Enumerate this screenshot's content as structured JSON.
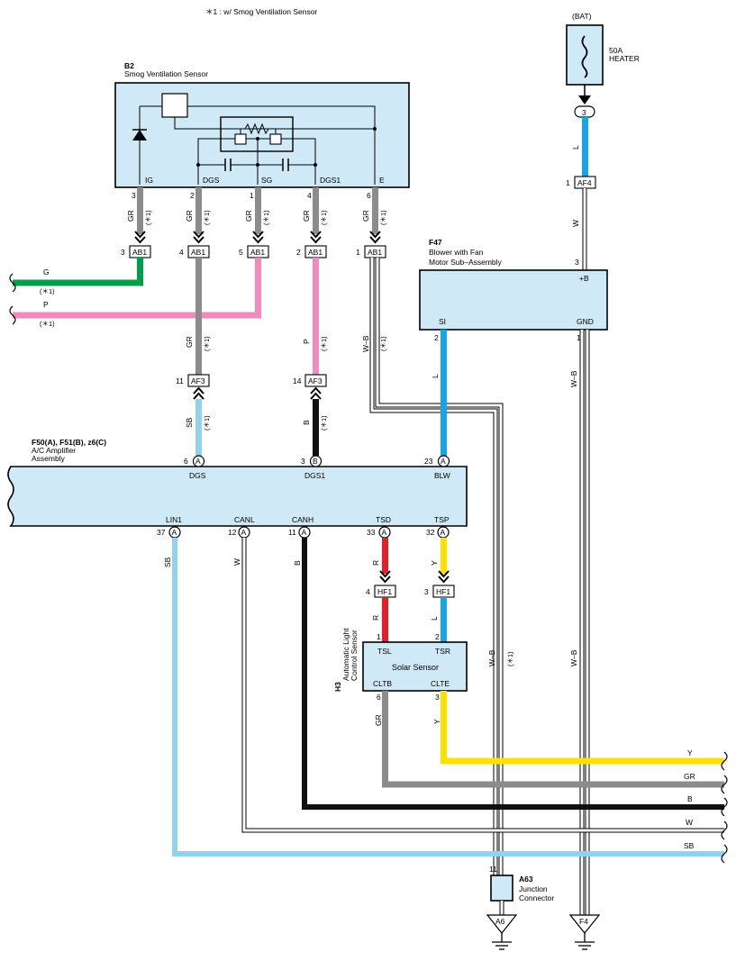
{
  "note": "＊1 : w/ Smog Ventilation Sensor",
  "bat": {
    "label": "(BAT)",
    "fuse_amp": "50A",
    "fuse_name": "HEATER",
    "pin": "3",
    "af4_pin": "1",
    "af4": "AF4",
    "wire": "L",
    "wire2": "W"
  },
  "b2": {
    "code": "B2",
    "name": "Smog Ventilation Sensor",
    "pins": [
      {
        "name": "IG",
        "num": "3",
        "wire": "GR",
        "note": "(＊1)",
        "ab1_pin": "3"
      },
      {
        "name": "DGS",
        "num": "2",
        "wire": "GR",
        "note": "(＊1)",
        "ab1_pin": "4"
      },
      {
        "name": "SG",
        "num": "1",
        "wire": "GR",
        "note": "(＊1)",
        "ab1_pin": "5"
      },
      {
        "name": "DGS1",
        "num": "4",
        "wire": "GR",
        "note": "(＊1)",
        "ab1_pin": "2"
      },
      {
        "name": "E",
        "num": "6",
        "wire": "GR",
        "note": "(＊1)",
        "ab1_pin": "1"
      }
    ]
  },
  "connectors": {
    "ab1": "AB1",
    "af3": "AF3",
    "hf1": "HF1"
  },
  "side_wires": [
    {
      "color_code": "G",
      "note": "(＊1)"
    },
    {
      "color_code": "P",
      "note": "(＊1)"
    }
  ],
  "mid_labels": {
    "dgs_gr": "GR",
    "dgs_note": "(＊1)",
    "dgs1_p": "P",
    "dgs1_note": "(＊1)",
    "e_wb": "W–B",
    "e_note": "(＊1)",
    "af3_dgs_pin": "11",
    "af3_dgs1_pin": "14",
    "sb": "SB",
    "sb_note": "(＊1)",
    "b": "B",
    "b_note": "(＊1)"
  },
  "f47": {
    "code": "F47",
    "name1": "Blower with Fan",
    "name2": "Motor Sub–Assembly",
    "plus_b": "+B",
    "plus_pin": "3",
    "si": "SI",
    "gnd": "GND",
    "si_pin": "2",
    "gnd_pin": "1",
    "si_wire": "L",
    "gnd_wire": "W–B"
  },
  "amp": {
    "codes": "F50(A), F51(B), z6(C)",
    "name1": "A/C Amplifier",
    "name2": "Assembly",
    "top_pins": [
      {
        "name": "DGS",
        "num": "6",
        "conn": "A"
      },
      {
        "name": "DGS1",
        "num": "3",
        "conn": "B"
      },
      {
        "name": "BLW",
        "num": "23",
        "conn": "A"
      }
    ],
    "bottom_pins": [
      {
        "name": "LIN1",
        "num": "37",
        "conn": "A",
        "wire": "SB"
      },
      {
        "name": "CANL",
        "num": "12",
        "conn": "A",
        "wire": "W"
      },
      {
        "name": "CANH",
        "num": "11",
        "conn": "A",
        "wire": "B"
      },
      {
        "name": "TSD",
        "num": "33",
        "conn": "A",
        "wire": "R"
      },
      {
        "name": "TSP",
        "num": "32",
        "conn": "A",
        "wire": "Y"
      }
    ]
  },
  "h3": {
    "code": "H3",
    "name1": "Automatic Light",
    "name2": "Control Sensor",
    "inner": "Solar Sensor",
    "tsl": "TSL",
    "tsr": "TSR",
    "cltb": "CLTB",
    "clte": "CLTE",
    "tsl_pin": "1",
    "tsr_pin": "2",
    "cltb_pin": "6",
    "clte_pin": "3",
    "hf1_r_pin": "4",
    "hf1_l_pin": "3",
    "r": "R",
    "l": "L",
    "gr": "GR",
    "y": "Y",
    "wb": "W–B",
    "wb_note": "(＊1)"
  },
  "right_wires": [
    "Y",
    "GR",
    "B",
    "W",
    "SB"
  ],
  "a63": {
    "code": "A63",
    "name1": "Junction",
    "name2": "Connector",
    "pin": "11",
    "ground": "A6"
  },
  "f4": {
    "ground": "F4",
    "wire": "W–B"
  },
  "colors": {
    "GR": "#8c8c8c",
    "G": "#00a04a",
    "P": "#f08cbc",
    "SB": "#8fd3f0",
    "B": "#111111",
    "L": "#1aa3e8",
    "R": "#e3202a",
    "Y": "#ffe100",
    "box": "#cfe9f7"
  }
}
